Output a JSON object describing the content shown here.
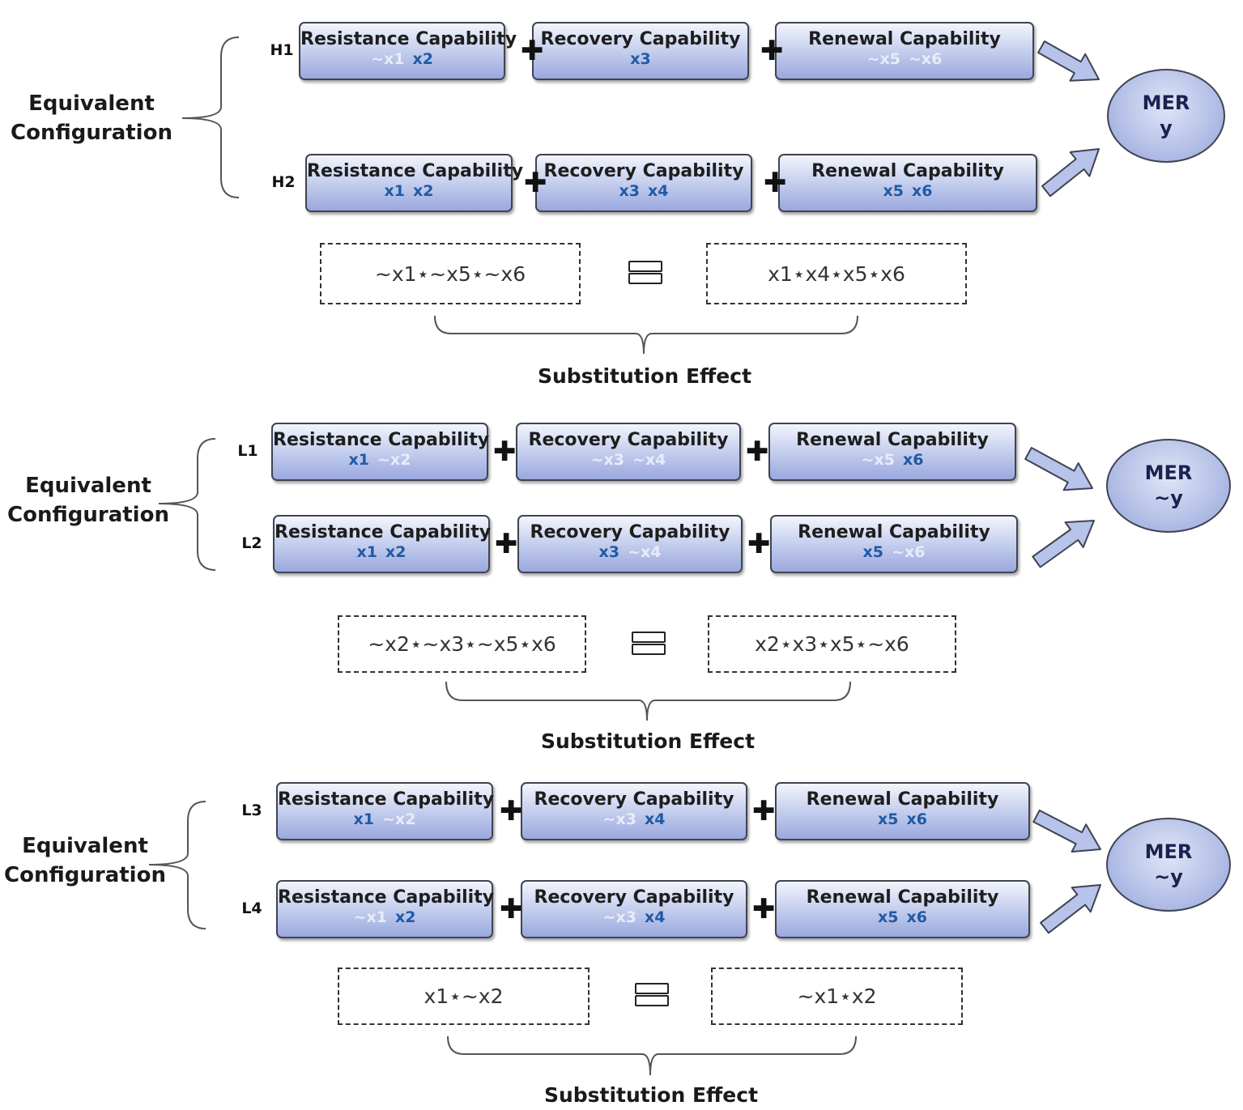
{
  "capability_labels": {
    "resistance": "Resistance Capability",
    "recovery": "Recovery Capability",
    "renewal": "Renewal Capability"
  },
  "colors": {
    "box_fill_top": "#f3f5fc",
    "box_fill_bottom": "#9aa8de",
    "present_variable": "#1f5aa6",
    "absent_variable": "#e8ecf8",
    "outcome_fill": "#b3bfe6"
  },
  "groups": [
    {
      "group_label_line1": "Equivalent",
      "group_label_line2": "Configuration",
      "outcome": {
        "line1": "MER",
        "line2": "y"
      },
      "rows": [
        {
          "label": "H1",
          "resistance": [
            {
              "text": "~x1",
              "state": "absent"
            },
            {
              "text": "x2",
              "state": "present"
            }
          ],
          "recovery": [
            {
              "text": "x3",
              "state": "present"
            }
          ],
          "renewal": [
            {
              "text": "~x5",
              "state": "absent"
            },
            {
              "text": "~x6",
              "state": "absent"
            }
          ]
        },
        {
          "label": "H2",
          "resistance": [
            {
              "text": "x1",
              "state": "present"
            },
            {
              "text": "x2",
              "state": "present"
            }
          ],
          "recovery": [
            {
              "text": "x3",
              "state": "present"
            },
            {
              "text": "x4",
              "state": "present"
            }
          ],
          "renewal": [
            {
              "text": "x5",
              "state": "present"
            },
            {
              "text": "x6",
              "state": "present"
            }
          ]
        }
      ],
      "substitution": {
        "left": "~x1⋆~x5⋆~x6",
        "right": "x1⋆x4⋆x5⋆x6",
        "label": "Substitution Effect"
      }
    },
    {
      "group_label_line1": "Equivalent",
      "group_label_line2": "Configuration",
      "outcome": {
        "line1": "MER",
        "line2": "~y"
      },
      "rows": [
        {
          "label": "L1",
          "resistance": [
            {
              "text": "x1",
              "state": "present"
            },
            {
              "text": "~x2",
              "state": "absent"
            }
          ],
          "recovery": [
            {
              "text": "~x3",
              "state": "absent"
            },
            {
              "text": "~x4",
              "state": "absent"
            }
          ],
          "renewal": [
            {
              "text": "~x5",
              "state": "absent"
            },
            {
              "text": "x6",
              "state": "present"
            }
          ]
        },
        {
          "label": "L2",
          "resistance": [
            {
              "text": "x1",
              "state": "present"
            },
            {
              "text": "x2",
              "state": "present"
            }
          ],
          "recovery": [
            {
              "text": "x3",
              "state": "present"
            },
            {
              "text": "~x4",
              "state": "absent"
            }
          ],
          "renewal": [
            {
              "text": "x5",
              "state": "present"
            },
            {
              "text": "~x6",
              "state": "absent"
            }
          ]
        }
      ],
      "substitution": {
        "left": "~x2⋆~x3⋆~x5⋆x6",
        "right": "x2⋆x3⋆x5⋆~x6",
        "label": "Substitution Effect"
      }
    },
    {
      "group_label_line1": "Equivalent",
      "group_label_line2": "Configuration",
      "outcome": {
        "line1": "MER",
        "line2": "~y"
      },
      "rows": [
        {
          "label": "L3",
          "resistance": [
            {
              "text": "x1",
              "state": "present"
            },
            {
              "text": "~x2",
              "state": "absent"
            }
          ],
          "recovery": [
            {
              "text": "~x3",
              "state": "absent"
            },
            {
              "text": "x4",
              "state": "present"
            }
          ],
          "renewal": [
            {
              "text": "x5",
              "state": "present"
            },
            {
              "text": "x6",
              "state": "present"
            }
          ]
        },
        {
          "label": "L4",
          "resistance": [
            {
              "text": "~x1",
              "state": "absent"
            },
            {
              "text": "x2",
              "state": "present"
            }
          ],
          "recovery": [
            {
              "text": "~x3",
              "state": "absent"
            },
            {
              "text": "x4",
              "state": "present"
            }
          ],
          "renewal": [
            {
              "text": "x5",
              "state": "present"
            },
            {
              "text": "x6",
              "state": "present"
            }
          ]
        }
      ],
      "substitution": {
        "left": "x1⋆~x2",
        "right": "~x1⋆x2",
        "label": "Substitution Effect"
      }
    }
  ]
}
